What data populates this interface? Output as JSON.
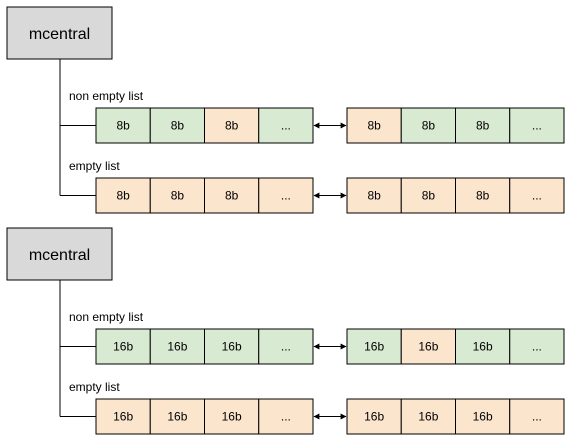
{
  "colors": {
    "central_fill": "#d9d9d9",
    "used_fill": "#d9ead3",
    "free_fill": "#fce5cd",
    "stroke": "#000000"
  },
  "groups": [
    {
      "central_label": "mcentral",
      "lists": [
        {
          "label": "non empty list",
          "spans": [
            [
              {
                "text": "8b",
                "state": "used"
              },
              {
                "text": "8b",
                "state": "used"
              },
              {
                "text": "8b",
                "state": "free"
              },
              {
                "text": "...",
                "state": "used"
              }
            ],
            [
              {
                "text": "8b",
                "state": "free"
              },
              {
                "text": "8b",
                "state": "used"
              },
              {
                "text": "8b",
                "state": "used"
              },
              {
                "text": "...",
                "state": "used"
              }
            ]
          ]
        },
        {
          "label": "empty list",
          "spans": [
            [
              {
                "text": "8b",
                "state": "free"
              },
              {
                "text": "8b",
                "state": "free"
              },
              {
                "text": "8b",
                "state": "free"
              },
              {
                "text": "...",
                "state": "free"
              }
            ],
            [
              {
                "text": "8b",
                "state": "free"
              },
              {
                "text": "8b",
                "state": "free"
              },
              {
                "text": "8b",
                "state": "free"
              },
              {
                "text": "...",
                "state": "free"
              }
            ]
          ]
        }
      ]
    },
    {
      "central_label": "mcentral",
      "lists": [
        {
          "label": "non empty list",
          "spans": [
            [
              {
                "text": "16b",
                "state": "used"
              },
              {
                "text": "16b",
                "state": "used"
              },
              {
                "text": "16b",
                "state": "used"
              },
              {
                "text": "...",
                "state": "used"
              }
            ],
            [
              {
                "text": "16b",
                "state": "used"
              },
              {
                "text": "16b",
                "state": "free"
              },
              {
                "text": "16b",
                "state": "used"
              },
              {
                "text": "...",
                "state": "used"
              }
            ]
          ]
        },
        {
          "label": "empty list",
          "spans": [
            [
              {
                "text": "16b",
                "state": "free"
              },
              {
                "text": "16b",
                "state": "free"
              },
              {
                "text": "16b",
                "state": "free"
              },
              {
                "text": "...",
                "state": "free"
              }
            ],
            [
              {
                "text": "16b",
                "state": "free"
              },
              {
                "text": "16b",
                "state": "free"
              },
              {
                "text": "16b",
                "state": "free"
              },
              {
                "text": "...",
                "state": "free"
              }
            ]
          ]
        }
      ]
    }
  ]
}
